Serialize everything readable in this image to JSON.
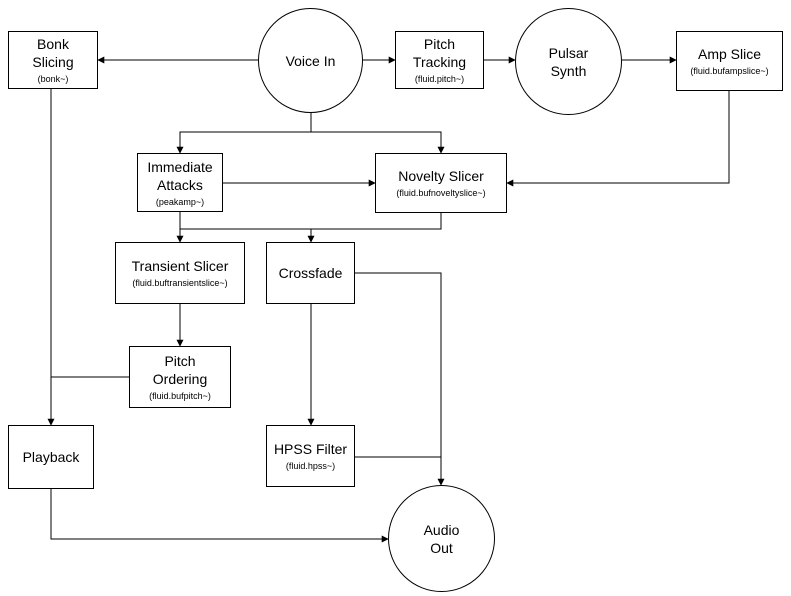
{
  "nodes": {
    "voice_in": {
      "label": "Voice In"
    },
    "bonk": {
      "label": "Bonk\nSlicing",
      "sub": "(bonk~)"
    },
    "pitch_track": {
      "label": "Pitch\nTracking",
      "sub": "(fluid.pitch~)"
    },
    "pulsar": {
      "label": "Pulsar\nSynth"
    },
    "amp_slice": {
      "label": "Amp Slice",
      "sub": "(fluid.bufampslice~)"
    },
    "immediate": {
      "label": "Immediate\nAttacks",
      "sub": "(peakamp~)"
    },
    "novelty": {
      "label": "Novelty Slicer",
      "sub": "(fluid.bufnoveltyslice~)"
    },
    "transient": {
      "label": "Transient Slicer",
      "sub": "(fluid.buftransientslice~)"
    },
    "crossfade": {
      "label": "Crossfade"
    },
    "pitch_order": {
      "label": "Pitch\nOrdering",
      "sub": "(fluid.bufpitch~)"
    },
    "playback": {
      "label": "Playback"
    },
    "hpss": {
      "label": "HPSS Filter",
      "sub": "(fluid.hpss~)"
    },
    "audio_out": {
      "label": "Audio\nOut"
    }
  }
}
